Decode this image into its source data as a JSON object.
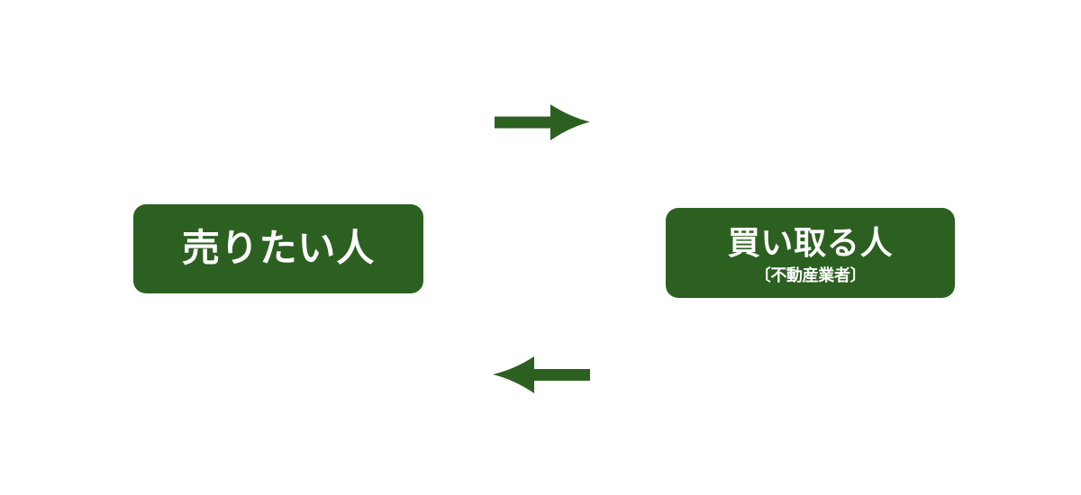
{
  "diagram": {
    "type": "two-node-bidirectional-flow",
    "background_color": "#ffffff",
    "accent_color": "#2c6020",
    "node_text_color": "#ffffff",
    "nodes": [
      {
        "id": "seller",
        "title": "売りたい人",
        "subtitle": ""
      },
      {
        "id": "buyer",
        "title": "買い取る人",
        "subtitle": "〔不動産業者〕"
      }
    ],
    "arrows": [
      {
        "id": "forward",
        "direction": "right",
        "label": ""
      },
      {
        "id": "back",
        "direction": "left",
        "label": ""
      }
    ]
  }
}
